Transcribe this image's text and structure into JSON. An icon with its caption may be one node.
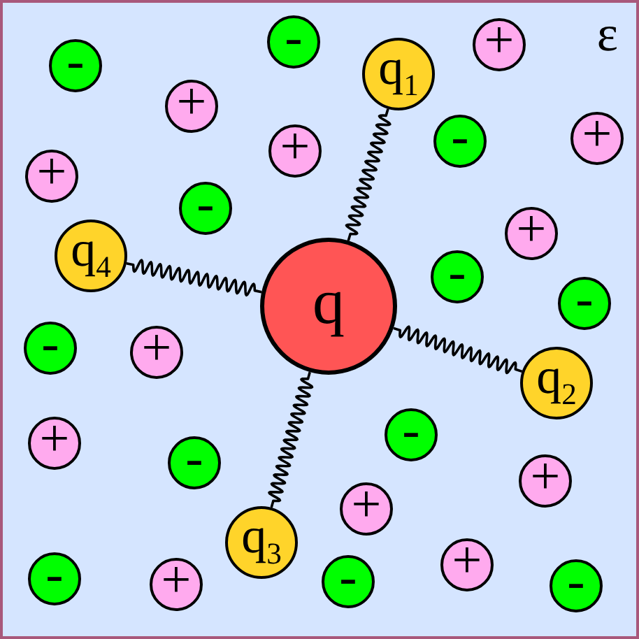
{
  "diagram": {
    "nodes": [
      {
        "text": [
          "ε"
        ]
      },
      {
        "text": [
          "-"
        ],
        "in": 0
      },
      {
        "text": [
          "-"
        ],
        "in": 0
      },
      {
        "text": [
          "q$_{1}$"
        ],
        "in": 0
      },
      {
        "text": [
          "+"
        ],
        "in": 0
      },
      {
        "text": [
          "+"
        ],
        "in": 0
      },
      {
        "text": [
          "+"
        ],
        "in": 0
      },
      {
        "text": [
          "-"
        ],
        "in": 0
      },
      {
        "text": [
          "+"
        ],
        "in": 0
      },
      {
        "text": [
          "+"
        ],
        "in": 0
      },
      {
        "text": [
          "-"
        ],
        "in": 0
      },
      {
        "text": [
          "+"
        ],
        "in": 0
      },
      {
        "text": [
          "q$_{4}$"
        ],
        "in": 0
      },
      {
        "text": [
          "-"
        ],
        "in": 0
      },
      {
        "text": [
          "q"
        ],
        "in": 0
      },
      {
        "text": [
          "-"
        ],
        "in": 0
      },
      {
        "text": [
          "-"
        ],
        "in": 0
      },
      {
        "text": [
          "+"
        ],
        "in": 0
      },
      {
        "text": [
          "q$_{2}$"
        ],
        "in": 0
      },
      {
        "text": [
          "-"
        ],
        "in": 0
      },
      {
        "text": [
          "+"
        ],
        "in": 0
      },
      {
        "text": [
          "-"
        ],
        "in": 0
      },
      {
        "text": [
          "+"
        ],
        "in": 0
      },
      {
        "text": [
          "+"
        ],
        "in": 0
      },
      {
        "text": [
          "q$_{3}$"
        ],
        "in": 0
      },
      {
        "text": [
          "-"
        ],
        "in": 0
      },
      {
        "text": [
          "+"
        ],
        "in": 0
      },
      {
        "text": [
          "-"
        ],
        "in": 0
      },
      {
        "text": [
          "+"
        ],
        "in": 0
      },
      {
        "text": [
          "-"
        ],
        "in": 0
      }
    ],
    "edges": [
      {
        "from": 14,
        "to": 3,
        "arrow": "none"
      },
      {
        "from": 14,
        "to": 18,
        "arrow": "none"
      },
      {
        "from": 14,
        "to": 24,
        "arrow": "none"
      },
      {
        "from": 14,
        "to": 12,
        "arrow": "none"
      }
    ]
  }
}
